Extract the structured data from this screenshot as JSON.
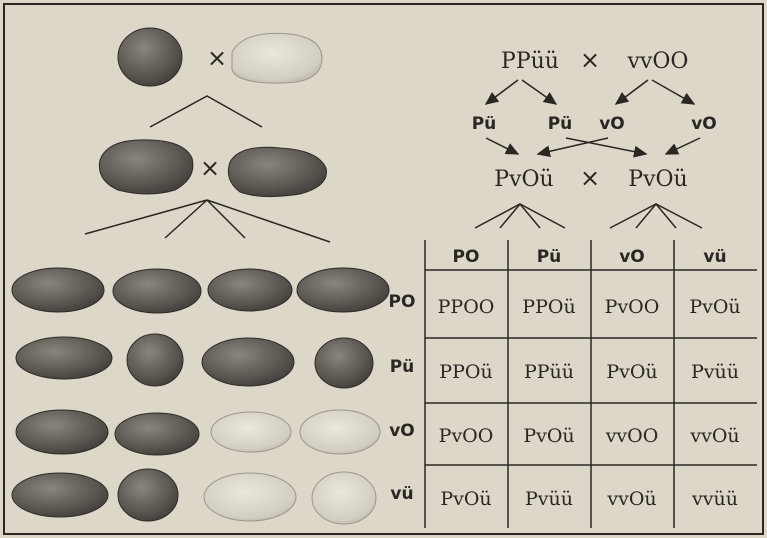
{
  "cross_symbol": "×",
  "parents": {
    "left": "PPüü",
    "right": "vvOO"
  },
  "gametes_p": [
    "Pü",
    "Pü",
    "vO",
    "vO"
  ],
  "f1": {
    "left": "PvOü",
    "right": "PvOü"
  },
  "table": {
    "columns": [
      "PO",
      "Pü",
      "vO",
      "vü"
    ],
    "rows": [
      {
        "label": "PO",
        "cells": [
          "PPOO",
          "PPOü",
          "PvOO",
          "PvOü"
        ]
      },
      {
        "label": "Pü",
        "cells": [
          "PPOü",
          "PPüü",
          "PvOü",
          "Pvüü"
        ]
      },
      {
        "label": "vO",
        "cells": [
          "PvOO",
          "PvOü",
          "vvOO",
          "vvOü"
        ]
      },
      {
        "label": "vü",
        "cells": [
          "PvOü",
          "Pvüü",
          "vvOü",
          "vvüü"
        ]
      }
    ]
  },
  "colors": {
    "dark_tuber": "#55524d",
    "light_tuber": "#d2cdc0",
    "ink": "#2a2622"
  }
}
